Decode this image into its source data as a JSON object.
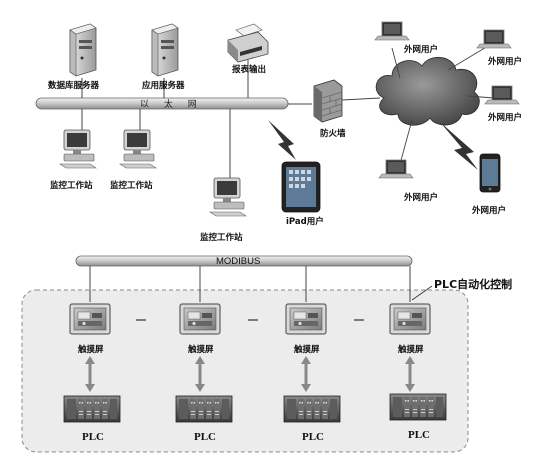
{
  "ethernet": {
    "label": "以 太 网"
  },
  "servers": [
    {
      "label": "数据库服务器"
    },
    {
      "label": "应用服务器"
    },
    {
      "label": "报表输出"
    }
  ],
  "firewall": {
    "label": "防火墙"
  },
  "monitor_stations": [
    {
      "label": "监控工作站"
    },
    {
      "label": "监控工作站"
    },
    {
      "label": "监控工作站"
    }
  ],
  "ipad": {
    "label": "iPad用户"
  },
  "external_users": [
    {
      "label": "外网用户"
    },
    {
      "label": "外网用户"
    },
    {
      "label": "外网用户"
    },
    {
      "label": "外网用户"
    },
    {
      "label": "外网用户"
    }
  ],
  "modbus": {
    "label": "MODIBUS"
  },
  "plc_control": {
    "label": "PLC自动化控制"
  },
  "touch_screens": [
    {
      "label": "触摸屏"
    },
    {
      "label": "触摸屏"
    },
    {
      "label": "触摸屏"
    },
    {
      "label": "触摸屏"
    }
  ],
  "plcs": [
    {
      "label": "PLC"
    },
    {
      "label": "PLC"
    },
    {
      "label": "PLC"
    },
    {
      "label": "PLC"
    }
  ]
}
